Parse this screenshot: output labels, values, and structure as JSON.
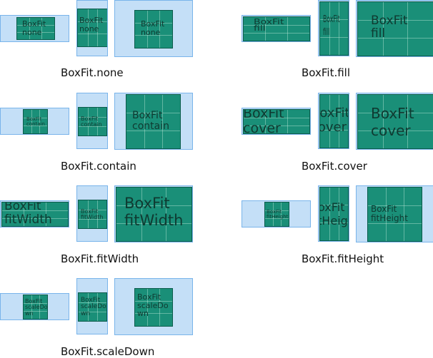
{
  "colors": {
    "frame_fill": "#c4dff7",
    "frame_border": "#79b4ea",
    "image_fill": "#1a8f78",
    "image_border": "#0b5c4b",
    "image_text": "#0f3a31",
    "caption": "#111111"
  },
  "groups": [
    {
      "id": "none",
      "caption": "BoxFit.none",
      "examples": [
        {
          "lines": [
            "BoxFit",
            "none"
          ]
        },
        {
          "lines": [
            "BoxFit",
            "none"
          ]
        },
        {
          "lines": [
            "BoxFit",
            "none"
          ]
        }
      ]
    },
    {
      "id": "fill",
      "caption": "BoxFit.fill",
      "examples": [
        {
          "lines": [
            "BoxFit",
            "fill"
          ]
        },
        {
          "lines": [
            "BoxFit",
            "fill"
          ]
        },
        {
          "lines": [
            "BoxFit",
            "fill"
          ]
        }
      ]
    },
    {
      "id": "contain",
      "caption": "BoxFit.contain",
      "examples": [
        {
          "lines": [
            "BoxFit",
            "contain"
          ]
        },
        {
          "lines": [
            "BoxFit",
            "contain"
          ]
        },
        {
          "lines": [
            "BoxFit",
            "contain"
          ]
        }
      ]
    },
    {
      "id": "cover",
      "caption": "BoxFit.cover",
      "examples": [
        {
          "lines": [
            "BoxFit",
            "cover"
          ]
        },
        {
          "lines": [
            "BoxFit",
            "cover"
          ]
        },
        {
          "lines": [
            "BoxFit",
            "cover"
          ]
        }
      ]
    },
    {
      "id": "fitWidth",
      "caption": "BoxFit.fitWidth",
      "examples": [
        {
          "lines": [
            "BoxFit",
            "fitWidth"
          ]
        },
        {
          "lines": [
            "BoxFit",
            "fitWidth"
          ]
        },
        {
          "lines": [
            "BoxFit",
            "fitWidth"
          ]
        }
      ]
    },
    {
      "id": "fitHeight",
      "caption": "BoxFit.fitHeight",
      "examples": [
        {
          "lines": [
            "BoxFit",
            "fitHeight"
          ]
        },
        {
          "lines": [
            "BoxFit",
            "fitHeight"
          ]
        },
        {
          "lines": [
            "BoxFit",
            "fitHeight"
          ]
        }
      ]
    },
    {
      "id": "scaleDown",
      "caption": "BoxFit.scaleDown",
      "examples": [
        {
          "lines": [
            "BoxFit",
            "scaleDo",
            "wn"
          ]
        },
        {
          "lines": [
            "BoxFit",
            "scaleDo",
            "wn"
          ]
        },
        {
          "lines": [
            "BoxFit",
            "scaleDo",
            "wn"
          ]
        }
      ]
    }
  ]
}
